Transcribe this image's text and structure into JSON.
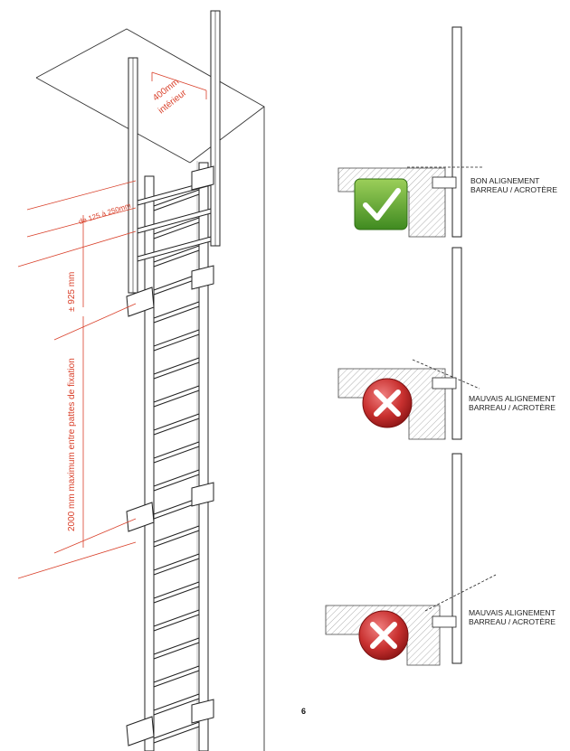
{
  "ladder_view": {
    "dim_width": "400mm",
    "dim_width_sub": "intérieur",
    "dim_offset": "de 125 à 250mm",
    "dim_pitch": "± 925 mm",
    "dim_max_spacing": "2000 mm maximum entre pattes de fixation"
  },
  "details": [
    {
      "line1": "BON ALIGNEMENT",
      "line2": "BARREAU / ACROTÈRE",
      "status": "good",
      "icon": "check-icon"
    },
    {
      "line1": "MAUVAIS ALIGNEMENT",
      "line2": "BARREAU / ACROTÈRE",
      "status": "bad",
      "icon": "cross-icon"
    },
    {
      "line1": "MAUVAIS ALIGNEMENT",
      "line2": "BARREAU / ACROTÈRE",
      "status": "bad",
      "icon": "cross-icon"
    }
  ],
  "page_number": "6",
  "colors": {
    "dimension": "#d9402a",
    "good": "#5aa02c",
    "bad": "#b8282a",
    "line": "#333333"
  }
}
